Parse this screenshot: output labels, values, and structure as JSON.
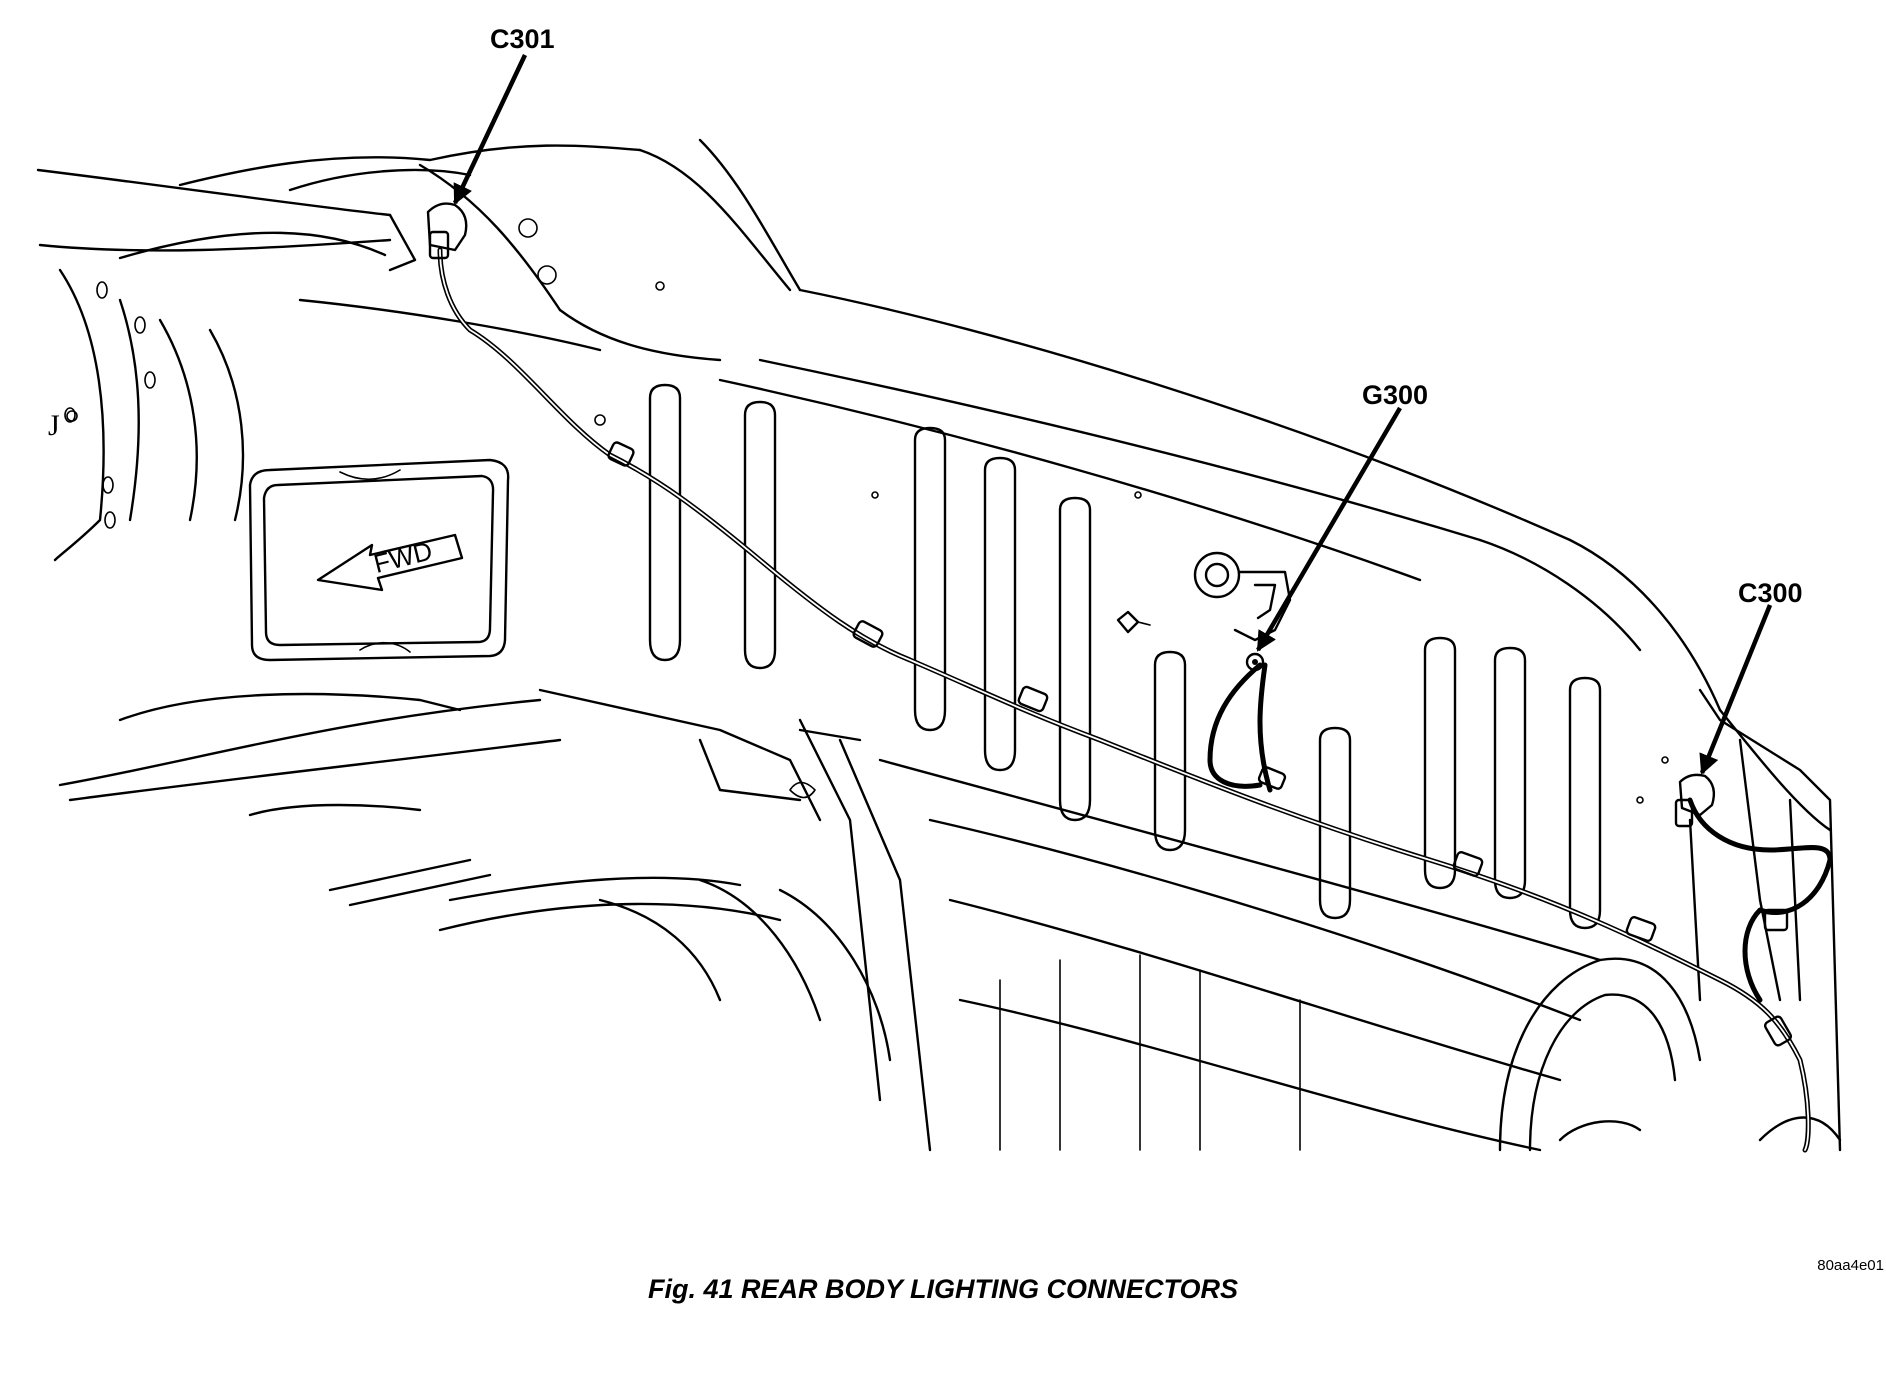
{
  "callouts": {
    "c301": "C301",
    "g300": "G300",
    "c300": "C300"
  },
  "fwd_label": "FWD",
  "panel_mark": "J",
  "figure_caption": "Fig. 41 REAR BODY LIGHTING CONNECTORS",
  "figure_ref": "80aa4e01",
  "colors": {
    "ink": "#000000",
    "paper": "#ffffff"
  }
}
